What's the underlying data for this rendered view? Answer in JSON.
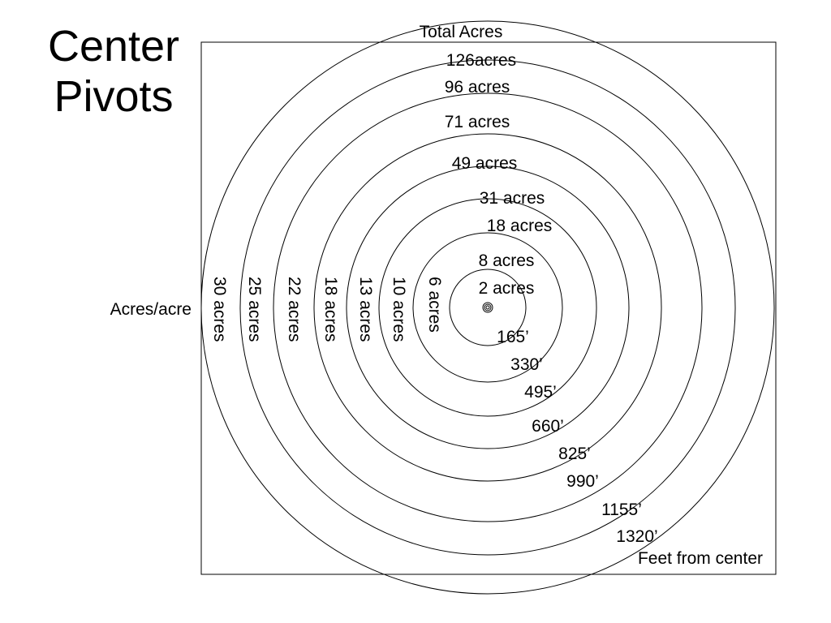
{
  "title_lines": [
    "Center",
    "Pivots"
  ],
  "labels": {
    "total_acres": "Total Acres",
    "acres_per_acre": "Acres/acre",
    "feet_from_center": "Feet from center"
  },
  "rings": [
    {
      "feet": "165’",
      "total": "2 acres",
      "per_acre": "6 acres"
    },
    {
      "feet": "330’",
      "total": "8 acres",
      "per_acre": "10 acres"
    },
    {
      "feet": "495’",
      "total": "18 acres",
      "per_acre": "13 acres"
    },
    {
      "feet": "660’",
      "total": "31 acres",
      "per_acre": "18 acres"
    },
    {
      "feet": "825’",
      "total": "49 acres",
      "per_acre": "22 acres"
    },
    {
      "feet": "990’",
      "total": "71 acres",
      "per_acre": "25 acres"
    },
    {
      "feet": "1155’",
      "total": "96 acres",
      "per_acre": "30 acres"
    },
    {
      "feet": "1320’",
      "total": "126acres",
      "per_acre": ""
    }
  ],
  "colors": {
    "stroke": "#000000",
    "background": "#ffffff"
  }
}
